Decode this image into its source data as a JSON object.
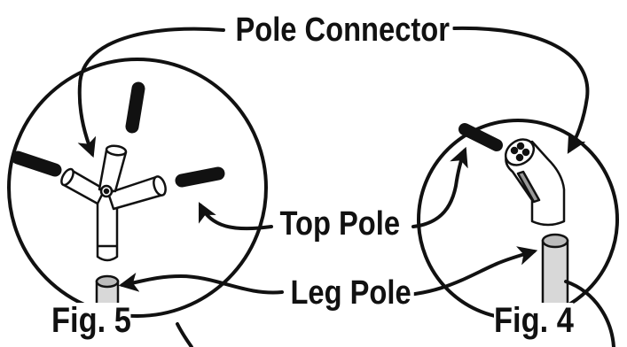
{
  "labels": {
    "pole_connector": "Pole Connector",
    "top_pole": "Top Pole",
    "leg_pole": "Leg Pole",
    "fig5": "Fig. 5",
    "fig4": "Fig. 4"
  },
  "colors": {
    "ink": "#111111",
    "pole_fill": "#d8d8d8",
    "background": "#ffffff"
  }
}
